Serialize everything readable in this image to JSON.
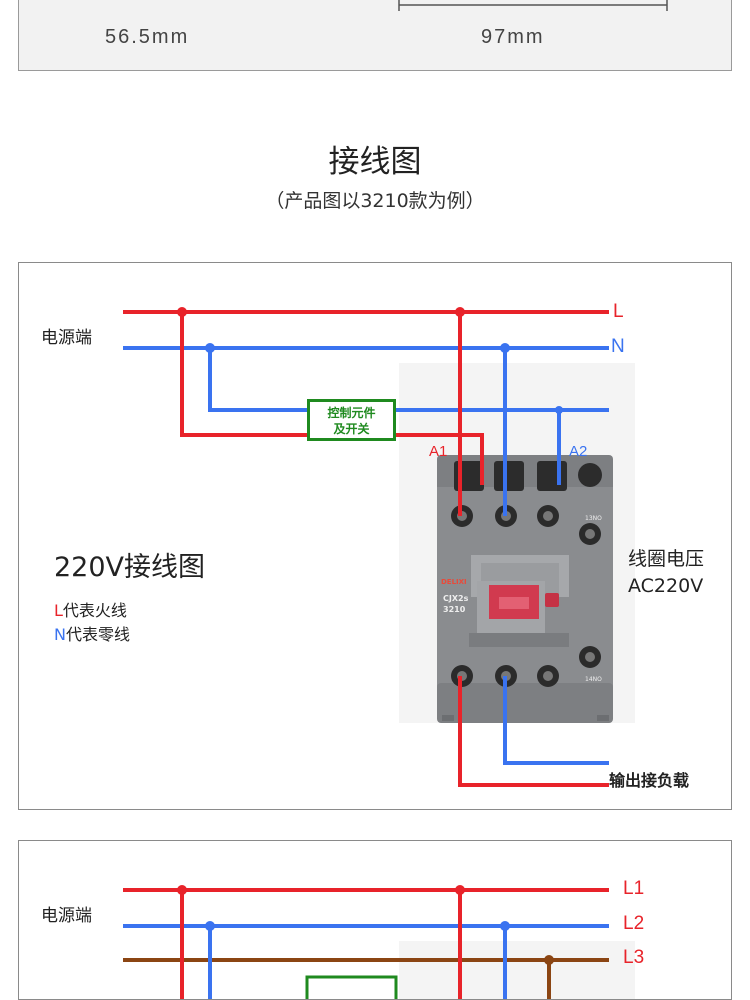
{
  "dimensions": {
    "left": "56.5mm",
    "right": "97mm"
  },
  "heading": {
    "title": "接线图",
    "subtitle": "（产品图以3210款为例）"
  },
  "diagram1": {
    "source_label": "电源端",
    "line_tags": [
      "L",
      "N"
    ],
    "control_box": [
      "控制元件",
      "及开关"
    ],
    "terminal_a1": "A1",
    "terminal_a2": "A2",
    "title": "220V接线图",
    "legend": [
      {
        "letter": "L",
        "text": "代表火线"
      },
      {
        "letter": "N",
        "text": "代表零线"
      }
    ],
    "coil_voltage": [
      "线圈电压",
      "AC220V"
    ],
    "output_label": "输出接负载",
    "product": {
      "brand": "DELIXI",
      "model": "CJX2s",
      "code": "3210",
      "top_aux": "13NO",
      "bottom_aux": "14NO"
    }
  },
  "diagram2": {
    "source_label": "电源端",
    "line_tags": [
      "L1",
      "L2",
      "L3"
    ]
  },
  "colors": {
    "live": "#e8232a",
    "neutral": "#3a73f0",
    "phase3": "#8b4513",
    "control": "#1f8a1f",
    "contactor_body": "#8a8c8f"
  }
}
